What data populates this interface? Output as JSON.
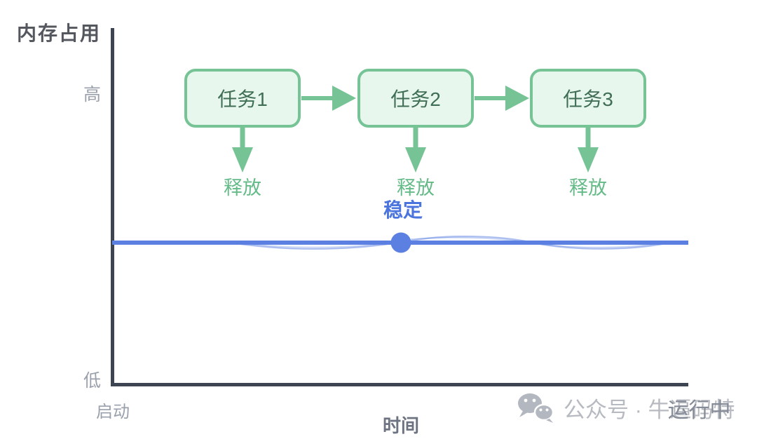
{
  "title": "内存占用",
  "y_axis": {
    "high_label": "高",
    "low_label": "低"
  },
  "x_axis": {
    "origin_label": "启动",
    "axis_label": "时间"
  },
  "tasks": [
    {
      "label": "任务1",
      "release_label": "释放"
    },
    {
      "label": "任务2",
      "release_label": "释放"
    },
    {
      "label": "任务3",
      "release_label": "释放"
    }
  ],
  "memory_line": {
    "annotation": "稳定"
  },
  "watermark": {
    "icon": "wechat-icon",
    "prefix": "公众号 ·",
    "account": "牛逼码特",
    "overlay": "运行中"
  },
  "colors": {
    "green_border": "#76c496",
    "green_fill": "#e8f7ee",
    "green_dark_text": "#3f6e55",
    "green_label": "#65bb88",
    "blue": "#5b80e1",
    "blue_text": "#4b74de",
    "axis": "#3d4452",
    "title_gray": "#55575e",
    "tick_gray": "#9aa0ac",
    "xlabel_gray": "#6d7380",
    "watermark_gray": "#b7bac1",
    "watermark_overlay_gray": "#868c97"
  }
}
